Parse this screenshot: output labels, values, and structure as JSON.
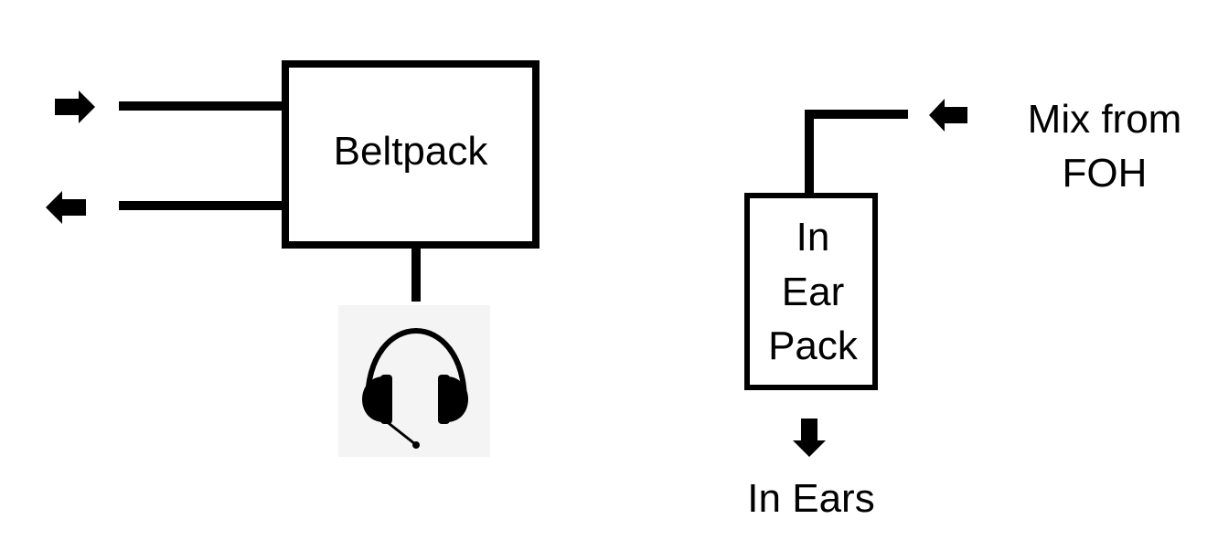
{
  "beltpack": {
    "label": "Beltpack"
  },
  "in_ear_pack": {
    "label_lines": [
      "In",
      "Ear",
      "Pack"
    ]
  },
  "mix_source": {
    "label_lines": [
      "Mix from",
      "FOH"
    ]
  },
  "output": {
    "label": "In Ears"
  },
  "icons": {
    "headset": "headset-icon",
    "arrow_right": "arrow-right-icon",
    "arrow_left": "arrow-left-icon",
    "arrow_down": "arrow-down-icon"
  },
  "colors": {
    "line": "#000000",
    "background": "#ffffff",
    "headset_bg": "#f4f4f4"
  }
}
